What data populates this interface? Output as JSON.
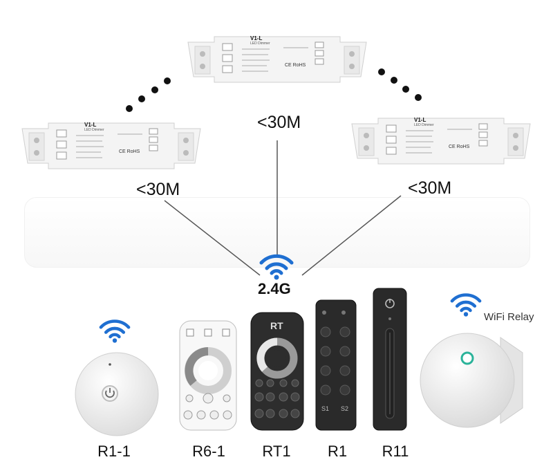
{
  "controllers": {
    "top": {
      "model": "V1-L",
      "type": "LED Dimmer",
      "mark": "CE RoHS"
    },
    "left": {
      "model": "V1-L",
      "type": "LED Dimmer",
      "mark": "CE RoHS"
    },
    "right": {
      "model": "V1-L",
      "type": "LED Dimmer",
      "mark": "CE RoHS"
    }
  },
  "distances": {
    "center": "<30M",
    "left": "<30M",
    "right": "<30M"
  },
  "signal_label": "2.4G",
  "wifi_relay_label": "WiFi Relay",
  "products": [
    {
      "label": "R1-1"
    },
    {
      "label": "R6-1"
    },
    {
      "label": "RT1"
    },
    {
      "label": "R1"
    },
    {
      "label": "R11"
    }
  ],
  "colors": {
    "wifi_blue": "#1f6fd1",
    "remote_dark": "#2a2a2a",
    "controller_white": "#f3f3f3",
    "relay_led": "#2bb39a"
  }
}
